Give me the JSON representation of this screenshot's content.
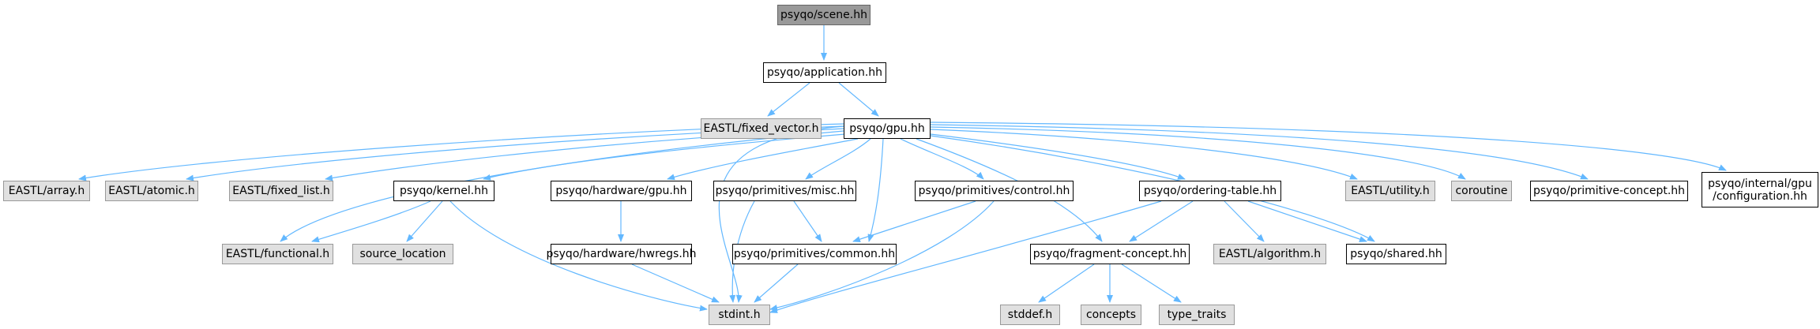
{
  "diagram": {
    "type": "include-dependency-graph",
    "colors": {
      "edge": "#63b8ff",
      "node_border": "#000000",
      "external_fill": "#e0e0e0",
      "root_fill": "#999999"
    },
    "nodes": {
      "scene": "psyqo/scene.hh",
      "application": "psyqo/application.hh",
      "fixed_vector": "EASTL/fixed_vector.h",
      "gpu": "psyqo/gpu.hh",
      "array": "EASTL/array.h",
      "atomic": "EASTL/atomic.h",
      "fixed_list": "EASTL/fixed_list.h",
      "kernel": "psyqo/kernel.hh",
      "hw_gpu": "psyqo/hardware/gpu.hh",
      "misc": "psyqo/primitives/misc.hh",
      "control": "psyqo/primitives/control.hh",
      "ordering": "psyqo/ordering-table.hh",
      "utility": "EASTL/utility.h",
      "coroutine": "coroutine",
      "prim_concept": "psyqo/primitive-concept.hh",
      "gpu_config": "psyqo/internal/gpu\n/configuration.hh",
      "functional": "EASTL/functional.h",
      "source_location": "source_location",
      "hwregs": "psyqo/hardware/hwregs.hh",
      "common": "psyqo/primitives/common.hh",
      "frag_concept": "psyqo/fragment-concept.hh",
      "algorithm": "EASTL/algorithm.h",
      "shared": "psyqo/shared.hh",
      "stdint": "stdint.h",
      "stddef": "stddef.h",
      "concepts": "concepts",
      "type_traits": "type_traits"
    }
  }
}
